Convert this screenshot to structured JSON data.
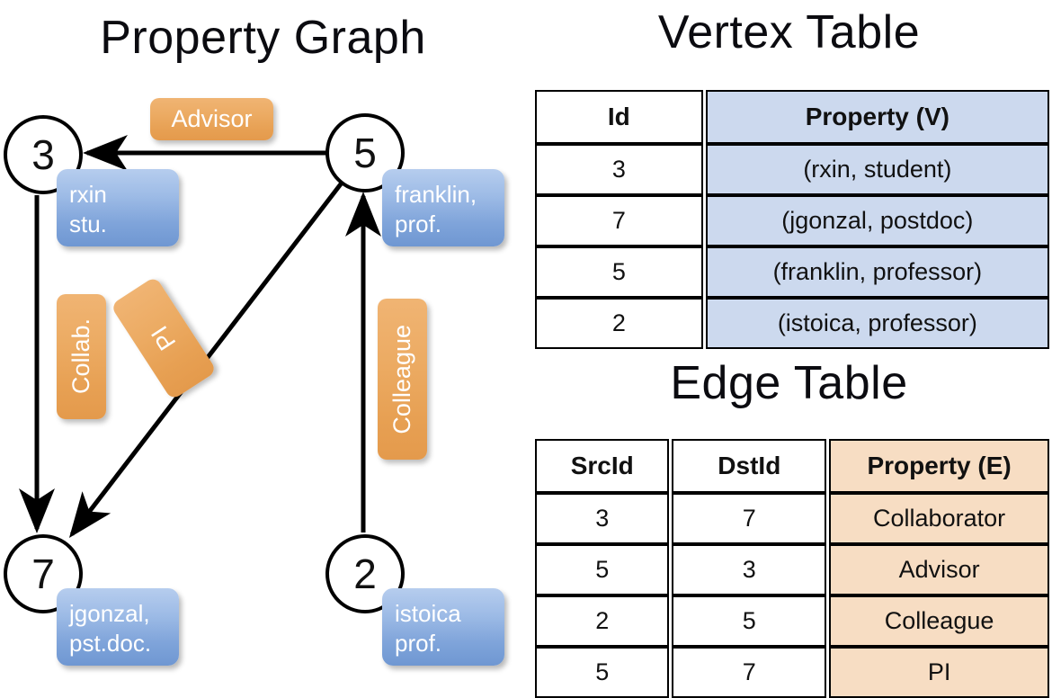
{
  "titles": {
    "property_graph": "Property Graph",
    "vertex_table": "Vertex Table",
    "edge_table": "Edge Table"
  },
  "graph": {
    "vertices": [
      {
        "id": "3",
        "property": "rxin\nstu."
      },
      {
        "id": "5",
        "property": "franklin,\nprof."
      },
      {
        "id": "7",
        "property": "jgonzal,\npst.doc."
      },
      {
        "id": "2",
        "property": "istoica\nprof."
      }
    ],
    "vertex_labels": {
      "v3": "3",
      "v5": "5",
      "v7": "7",
      "v2": "2"
    },
    "property_boxes": {
      "b3_line1": "rxin",
      "b3_line2": "stu.",
      "b5_line1": "franklin,",
      "b5_line2": "prof.",
      "b7_line1": "jgonzal,",
      "b7_line2": "pst.doc.",
      "b2_line1": "istoica",
      "b2_line2": "prof."
    },
    "edge_labels": {
      "advisor": "Advisor",
      "collab": "Collab.",
      "pi": "PI",
      "colleague": "Colleague"
    },
    "colors": {
      "vertex_stroke": "#000000",
      "vertex_fill": "#ffffff",
      "property_box": "#8fb0e0",
      "edge_label_box": "#e9a65a",
      "edge_stroke": "#000000"
    }
  },
  "vertex_table": {
    "headers": [
      "Id",
      "Property (V)"
    ],
    "rows": [
      {
        "id": "3",
        "property": "(rxin, student)"
      },
      {
        "id": "7",
        "property": "(jgonzal, postdoc)"
      },
      {
        "id": "5",
        "property": "(franklin, professor)"
      },
      {
        "id": "2",
        "property": "(istoica, professor)"
      }
    ],
    "property_column_color": "#ccd9ee"
  },
  "edge_table": {
    "headers": [
      "SrcId",
      "DstId",
      "Property (E)"
    ],
    "rows": [
      {
        "src": "3",
        "dst": "7",
        "property": "Collaborator"
      },
      {
        "src": "5",
        "dst": "3",
        "property": "Advisor"
      },
      {
        "src": "2",
        "dst": "5",
        "property": "Colleague"
      },
      {
        "src": "5",
        "dst": "7",
        "property": "PI"
      }
    ],
    "property_column_color": "#f7ddc3"
  }
}
